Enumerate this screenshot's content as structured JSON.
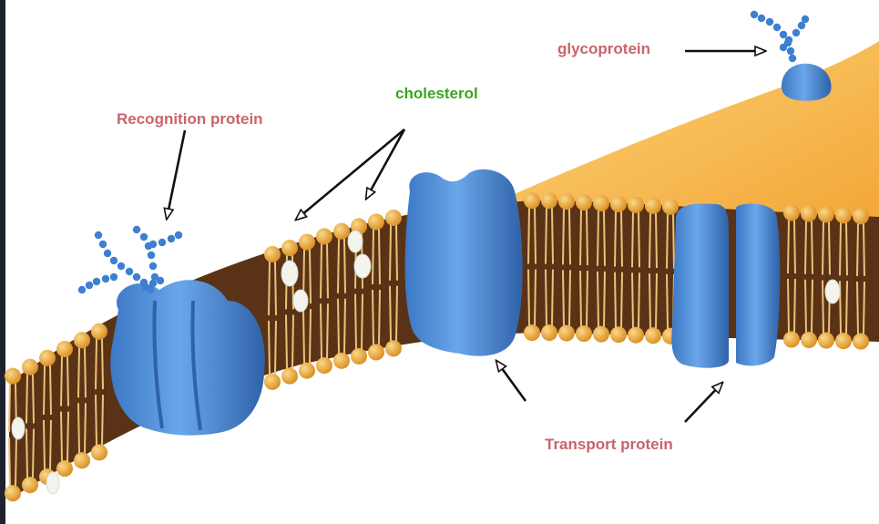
{
  "labels": {
    "glycoprotein": "glycoprotein",
    "cholesterol": "cholesterol",
    "recognition_protein": "Recognition protein",
    "transport_protein": "Transport protein"
  },
  "colors": {
    "label_pink": "#c9646a",
    "label_green": "#3aa51f",
    "lipid_head": "#e8a735",
    "lipid_tail": "#7a4a1e",
    "membrane_core": "#5a3216",
    "protein_blue": "#4f8fd6",
    "protein_dark": "#2e64ad",
    "cytoplasm": "#f7b94c",
    "cholesterol": "#f2f2ec",
    "arrow": "#111111"
  }
}
